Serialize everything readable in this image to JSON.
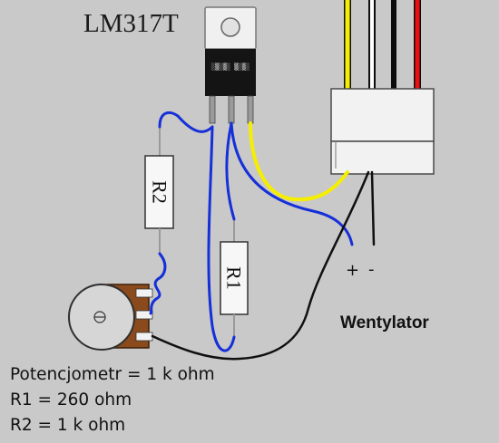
{
  "regulator": {
    "label": "LM317T",
    "marking": "░▒░▒░ ▒░▒░"
  },
  "resistors": {
    "r2_label": "R2",
    "r1_label": "R1"
  },
  "fan": {
    "label": "Wentylator",
    "plus": "+",
    "minus": "-"
  },
  "notes": [
    "Potencjometr = 1 k ohm",
    "R1 = 260 ohm",
    "R2 = 1 k ohm"
  ],
  "colors": {
    "background": "#c9c9c9",
    "wire_blue": "#1530d8",
    "wire_yellow": "#f5ee00",
    "wire_red": "#e81010",
    "wire_black": "#101010",
    "pot_body": "#8a4a1c"
  }
}
